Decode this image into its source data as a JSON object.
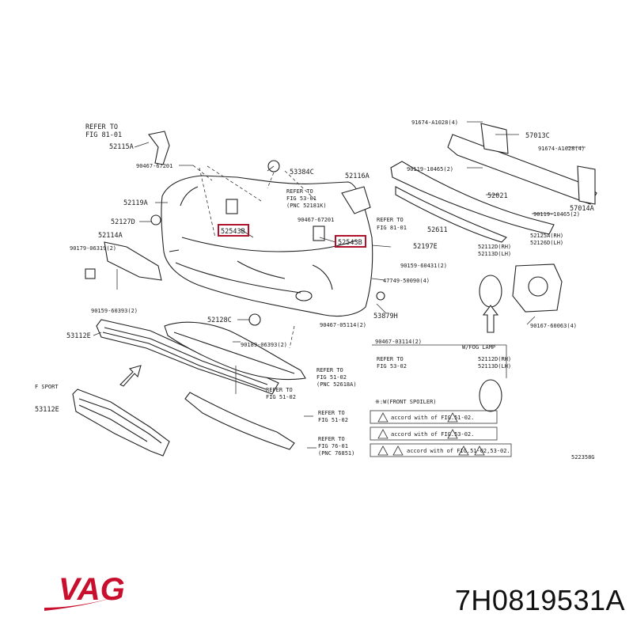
{
  "diagram": {
    "callouts": {
      "refer_81_01_top": "REFER TO",
      "refer_81_01_bot": "FIG 81-01",
      "p52115A": "52115A",
      "p90467_67201_a": "90467-67201",
      "p53384C": "53384C",
      "p52116A": "52116A",
      "p52119A": "52119A",
      "refer_53_01_a": "REFER TO",
      "refer_53_01_b": "FIG 53-01",
      "refer_53_01_c": "(PNC 52181K)",
      "p90467_67201_b": "90467-67201",
      "refer_81_01b_a": "REFER TO",
      "refer_81_01b_b": "FIG 81-01",
      "p52127D": "52127D",
      "p52543B_left": "52543B",
      "p52543B_right": "52543B",
      "p52114A": "52114A",
      "p90179_06319": "90179-06319(2)",
      "p52197E": "52197E",
      "p90159_60431": "90159-60431(2)",
      "p47749_50090": "47749-50090(4)",
      "p90159_60393a": "90159-60393(2)",
      "p53879H": "53879H",
      "p52128C": "52128C",
      "p90467_05114": "90467-05114(2)",
      "p53112E": "53112E",
      "p90189_06393": "90189-06393(2)",
      "p90467_03114": "90467-03114(2)",
      "refer_53_02_a": "REFER TO",
      "refer_53_02_b": "FIG 53-02",
      "refer_51_02_a": "REFER TO",
      "refer_51_02_b": "FIG 51-02",
      "refer_51_02_c": "(PNC 52618A)",
      "refer_51_02b_a": "REFER TO",
      "refer_51_02b_b": "FIG 51-02",
      "refer_51_02c_a": "REFER TO",
      "refer_51_02c_b": "FIG 51-02",
      "refer_76_01_a": "REFER TO",
      "refer_76_01_b": "FIG 76-01",
      "refer_76_01_c": "(PNC 76851)",
      "f_sport": "F SPORT",
      "p53112E_sport": "53112E",
      "p91674_a1028_a": "91674-A1028(4)",
      "p57013C": "57013C",
      "p91674_a1028_b": "91674-A1028(4)",
      "p90119_10465_a": "90119-10465(2)",
      "p52021": "52021",
      "p57014A": "57014A",
      "p90119_10465_b": "90119-10465(2)",
      "p52611": "52611",
      "p52112D_rh": "52112D(RH)",
      "p52113D_lh": "52113D(LH)",
      "p52125A_rh": "52125A(RH)",
      "p52126D_lh": "52126D(LH)",
      "p90167_60063": "90167-60063(4)",
      "wfog_lamp": "W/FOG LAMP",
      "p52112D_rh_b": "52112D(RH)",
      "p52113D_lh_b": "52113D(LH)",
      "front_spoiler": "※:W(FRONT SPOILER)",
      "note1": "accord with    of FIG.51-02.",
      "note2": "accord with    of FIG.53-02.",
      "note3": "accord with    of FIG.51-02,53-02.",
      "fig_id": "522358G"
    }
  },
  "brand": {
    "logo_text": "VAG",
    "logo_color": "#c8102e"
  },
  "part_number": "7H0819531A"
}
